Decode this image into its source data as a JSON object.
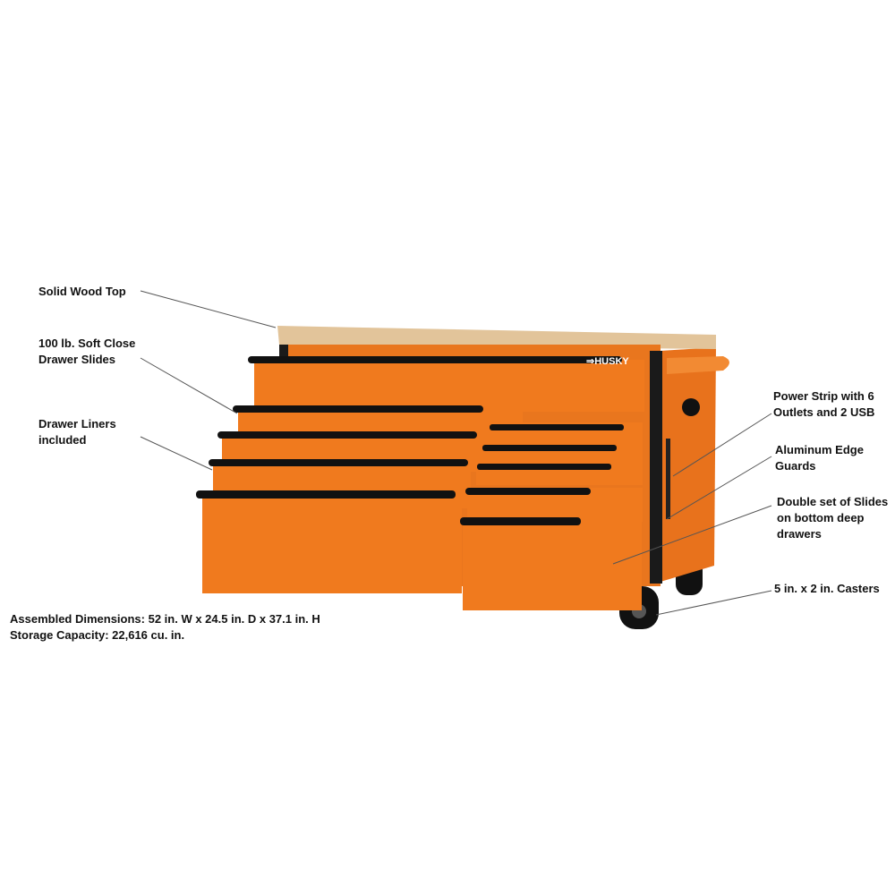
{
  "callouts": {
    "wood_top": {
      "line1": "Solid Wood Top"
    },
    "slides": {
      "line1": "100 lb. Soft Close",
      "line2": "Drawer Slides"
    },
    "liners": {
      "line1": "Drawer Liners",
      "line2": "included"
    },
    "power": {
      "line1": "Power Strip with 6",
      "line2": "Outlets and 2 USB"
    },
    "edge": {
      "line1": "Aluminum Edge",
      "line2": "Guards"
    },
    "double": {
      "line1": "Double set of Slides",
      "line2": "on bottom deep",
      "line3": "drawers"
    },
    "casters": {
      "line1": "5 in. x 2 in. Casters"
    }
  },
  "specs": {
    "dimensions": "Assembled Dimensions: 52 in. W x 24.5 in. D x 37.1 in. H",
    "capacity": "Storage Capacity: 22,616 cu. in."
  },
  "brand": {
    "logo_text": "HUSKY"
  },
  "colors": {
    "body": "#f07a1e",
    "wood": "#e2c49a",
    "handle": "#111111"
  }
}
